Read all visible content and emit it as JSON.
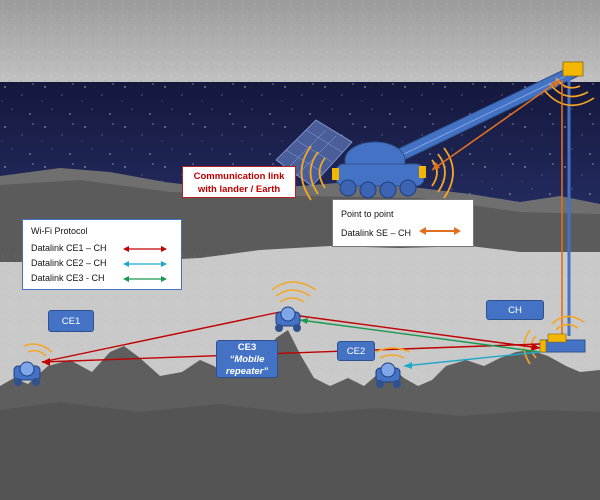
{
  "comm_label": {
    "line1": "Communication link",
    "line2": "with lander / Earth"
  },
  "legend": {
    "title": "Wi-Fi Protocol",
    "items": [
      {
        "label": "Datalink CE1 – CH",
        "color": "#c00000"
      },
      {
        "label": "Datalink CE2 – CH",
        "color": "#1fa9c9"
      },
      {
        "label": "Datalink CE3 - CH",
        "color": "#1a9850"
      }
    ]
  },
  "p2p": {
    "title": "Point to point",
    "label": "Datalink SE – CH",
    "color": "#e07020"
  },
  "nodes": {
    "ce1": "CE1",
    "ce2": "CE2",
    "ch": "CH",
    "ce3": {
      "name": "CE3",
      "line2": "“Mobile",
      "line3": "repeater”"
    }
  },
  "colors": {
    "sky": "#1a1f4d",
    "lunar_surface": "#c8c8c8",
    "rock": "#5a5a5a",
    "node_box": "#4472c4",
    "signal_arcs": "#f5a623"
  }
}
